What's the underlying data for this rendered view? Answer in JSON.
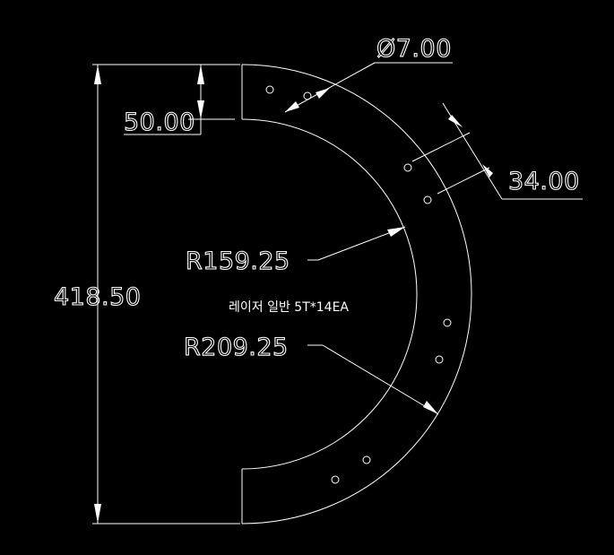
{
  "dimensions": {
    "hole_diameter": "Ø7.00",
    "top_gap": "50.00",
    "slot_width": "34.00",
    "overall_height": "418.50",
    "inner_radius": "R159.25",
    "outer_radius": "R209.25"
  },
  "note": "레이저 일반 5T*14EA",
  "colors": {
    "background": "#000000",
    "linework": "#ffffff"
  }
}
